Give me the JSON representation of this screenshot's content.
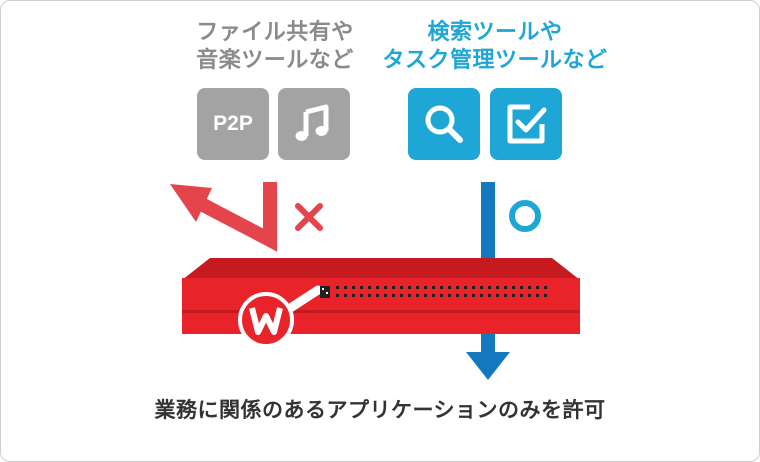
{
  "blocked": {
    "label_line1": "ファイル共有や",
    "label_line2": "音楽ツールなど",
    "icon1_text": "P2P",
    "icon1": "p2p-icon",
    "icon2": "music-note-icon",
    "mark": "×"
  },
  "allowed": {
    "label_line1": "検索ツールや",
    "label_line2": "タスク管理ツールなど",
    "icon1": "search-icon",
    "icon2": "checkbox-icon",
    "mark": "○"
  },
  "caption": "業務に関係のあるアプリケーションのみを許可",
  "colors": {
    "blocked": "#e4444c",
    "allowed": "#1378be",
    "device": "#e8232a",
    "gray": "#a3a3a3",
    "blue": "#1ea7d6"
  }
}
